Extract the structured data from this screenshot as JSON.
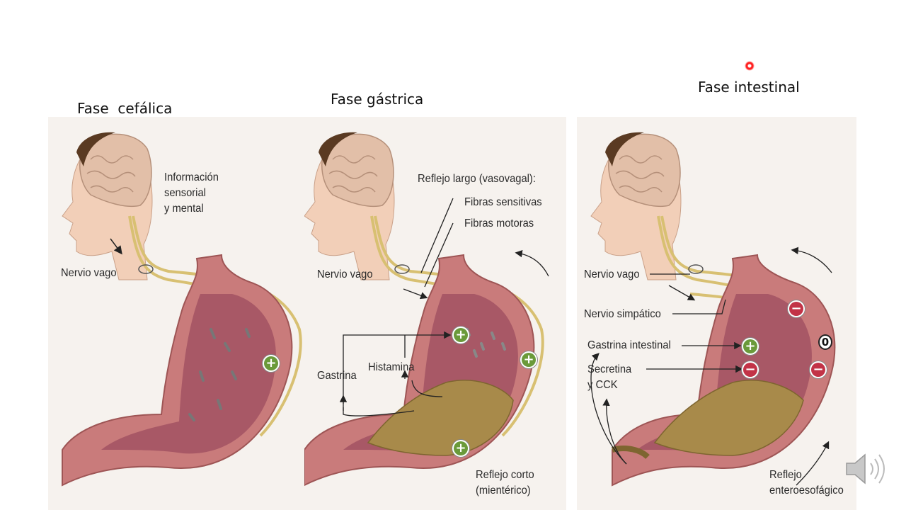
{
  "titles": {
    "cephalic": "Fase  cefálica",
    "gastric": "Fase gástrica",
    "intestinal": "Fase intestinal"
  },
  "cephalic": {
    "info_lines": [
      "Información",
      "sensorial",
      "y mental"
    ],
    "vagus": "Nervio vago",
    "signs": [
      "+"
    ]
  },
  "gastric": {
    "long_reflex": "Reflejo largo (vasovagal):",
    "sensory_fibers": "Fibras sensitivas",
    "motor_fibers": "Fibras motoras",
    "vagus": "Nervio vago",
    "gastrin": "Gastrina",
    "histamine": "Histamina",
    "short_reflex_lines": [
      "Reflejo corto",
      "(mientérico)"
    ],
    "signs": [
      "+",
      "+",
      "+"
    ]
  },
  "intestinal": {
    "vagus": "Nervio vago",
    "sympathetic": "Nervio simpático",
    "intestinal_gastrin": "Gastrina intestinal",
    "secretin_lines": [
      "Secretina",
      "y CCK"
    ],
    "reflex_lines": [
      "Reflejo",
      "enteroesofágico"
    ],
    "signs": [
      "−",
      "+",
      "−",
      "−",
      "0"
    ]
  },
  "colors": {
    "stomach_wall": "#c97b7b",
    "stomach_inner": "#a85866",
    "nerve": "#d8c072",
    "chyme": "#a88a4a",
    "skin": "#f2cfb8",
    "brain": "#e2bfa8",
    "hair": "#5a3a22",
    "plus": "#6a9a3a",
    "minus": "#c23347"
  },
  "icons": [
    "laser-pointer-icon",
    "speaker-icon"
  ]
}
